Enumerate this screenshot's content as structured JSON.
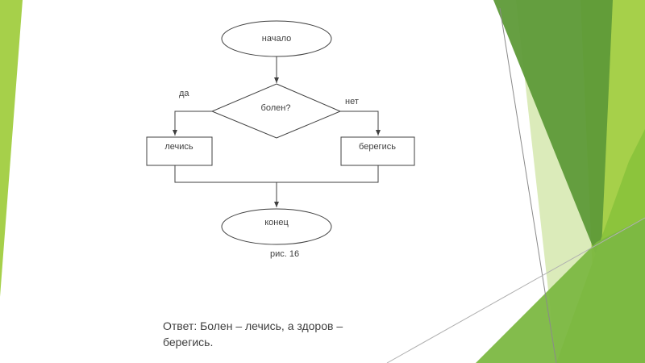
{
  "theme": {
    "accent_light": "#a6d04a",
    "accent_mid": "#8cc43c",
    "accent_dark": "#5e9a38",
    "accent_pale": "#d7e9b2",
    "line_color": "#404040"
  },
  "flowchart": {
    "start_label": "начало",
    "decision_label": "болен?",
    "yes_label": "да",
    "no_label": "нет",
    "yes_action": "лечись",
    "no_action": "берегись",
    "end_label": "конец"
  },
  "figure_caption": "рис. 16",
  "answer_text": "Ответ: Болен – лечись, а здоров – берегись."
}
